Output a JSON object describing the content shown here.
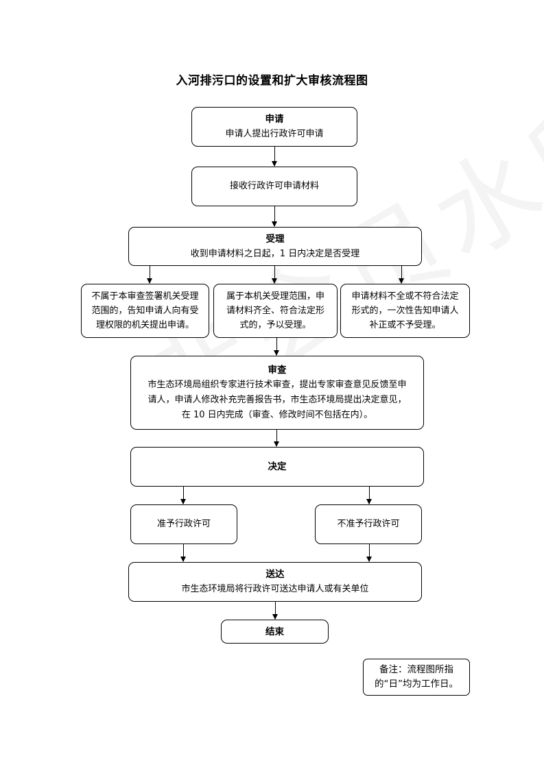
{
  "title": "入河排污口的设置和扩大审核流程图",
  "watermark": "非会员水印",
  "nodes": {
    "apply": {
      "head": "申请",
      "body": "申请人提出行政许可申请"
    },
    "receive": {
      "body": "接收行政许可申请材料"
    },
    "accept": {
      "head": "受理",
      "body": "收到申请材料之日起，1 日内决定是否受理"
    },
    "not_belong": {
      "body": "不属于本审查签署机关受理范围的，告知申请人向有受理权限的机关提出申请。"
    },
    "belong": {
      "body": "属于本机关受理范围，申请材料齐全、符合法定形式的，予以受理。"
    },
    "incomplete": {
      "body": "申请材料不全或不符合法定形式的，一次性告知申请人补正或不予受理。"
    },
    "review": {
      "head": "审查",
      "body": "市生态环境局组织专家进行技术审查，提出专家审查意见反馈至申请人，申请人修改补充完善报告书，市生态环境局提出决定意见，在 10 日内完成（审查、修改时间不包括在内）。"
    },
    "decide": {
      "head": "决定"
    },
    "approve": {
      "body": "准予行政许可"
    },
    "reject": {
      "body": "不准予行政许可"
    },
    "deliver": {
      "head": "送达",
      "body": "市生态环境局将行政许可送达申请人或有关单位"
    },
    "end": {
      "head": "结束"
    }
  },
  "note": "备注：流程图所指的“日”均为工作日。"
}
